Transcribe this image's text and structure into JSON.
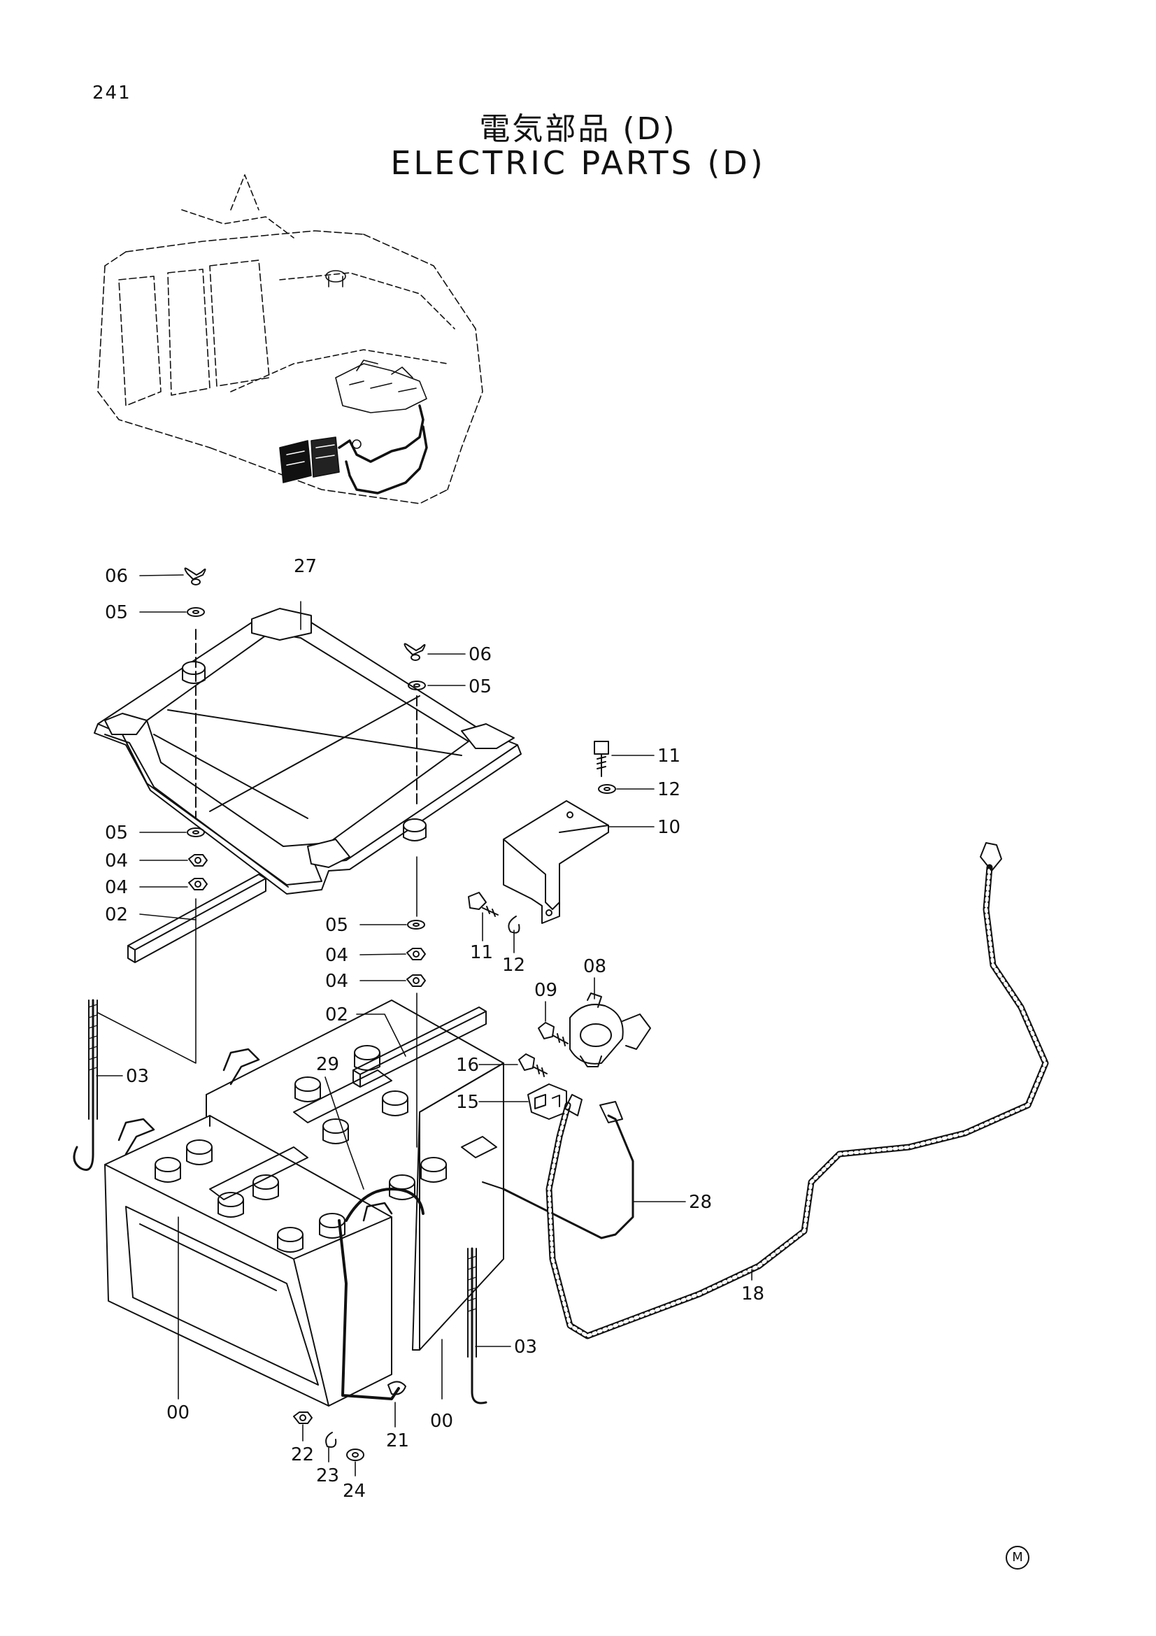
{
  "page_number": "241",
  "title_jp": "電気部品 (D)",
  "title_en": "ELECTRIC PARTS (D)",
  "corner_mark": "M",
  "callouts": [
    {
      "id": "06a",
      "text": "06"
    },
    {
      "id": "05a",
      "text": "05"
    },
    {
      "id": "27",
      "text": "27"
    },
    {
      "id": "06b",
      "text": "06"
    },
    {
      "id": "05b",
      "text": "05"
    },
    {
      "id": "11a",
      "text": "11"
    },
    {
      "id": "12a",
      "text": "12"
    },
    {
      "id": "10",
      "text": "10"
    },
    {
      "id": "05c",
      "text": "05"
    },
    {
      "id": "04a",
      "text": "04"
    },
    {
      "id": "04b",
      "text": "04"
    },
    {
      "id": "02a",
      "text": "02"
    },
    {
      "id": "05d",
      "text": "05"
    },
    {
      "id": "11b",
      "text": "11"
    },
    {
      "id": "12b",
      "text": "12"
    },
    {
      "id": "08",
      "text": "08"
    },
    {
      "id": "04c",
      "text": "04"
    },
    {
      "id": "04d",
      "text": "04"
    },
    {
      "id": "09",
      "text": "09"
    },
    {
      "id": "02b",
      "text": "02"
    },
    {
      "id": "29",
      "text": "29"
    },
    {
      "id": "16",
      "text": "16"
    },
    {
      "id": "03a",
      "text": "03"
    },
    {
      "id": "15",
      "text": "15"
    },
    {
      "id": "28",
      "text": "28"
    },
    {
      "id": "18",
      "text": "18"
    },
    {
      "id": "03b",
      "text": "03"
    },
    {
      "id": "00a",
      "text": "00"
    },
    {
      "id": "00b",
      "text": "00"
    },
    {
      "id": "21",
      "text": "21"
    },
    {
      "id": "22",
      "text": "22"
    },
    {
      "id": "23",
      "text": "23"
    },
    {
      "id": "24",
      "text": "24"
    }
  ]
}
